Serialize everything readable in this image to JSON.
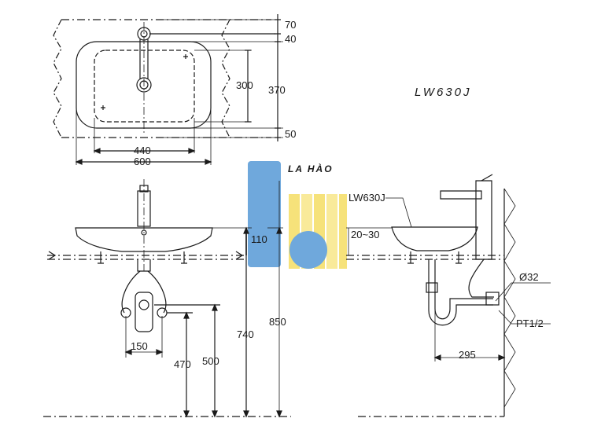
{
  "model_code": "LW630J",
  "model_code_display": "LW630J",
  "brand_text": "LA HÀO",
  "colors": {
    "line": "#1a1a1a",
    "logo_blue": "#5b9bd5",
    "logo_blue_light": "#9cc3e6",
    "logo_yellow": "#f5e66a"
  },
  "top_view": {
    "dim_70": "70",
    "dim_40": "40",
    "dim_300": "300",
    "dim_370": "370",
    "dim_50": "50",
    "dim_440": "440",
    "dim_600": "600"
  },
  "front_view": {
    "dim_110": "110",
    "dim_150": "150",
    "dim_470": "470",
    "dim_500": "500",
    "dim_740": "740",
    "dim_850": "850"
  },
  "side_view": {
    "dim_20_30": "20~30",
    "dim_295": "295",
    "label_d32": "Ø32",
    "label_pt12": "PT1/2"
  }
}
